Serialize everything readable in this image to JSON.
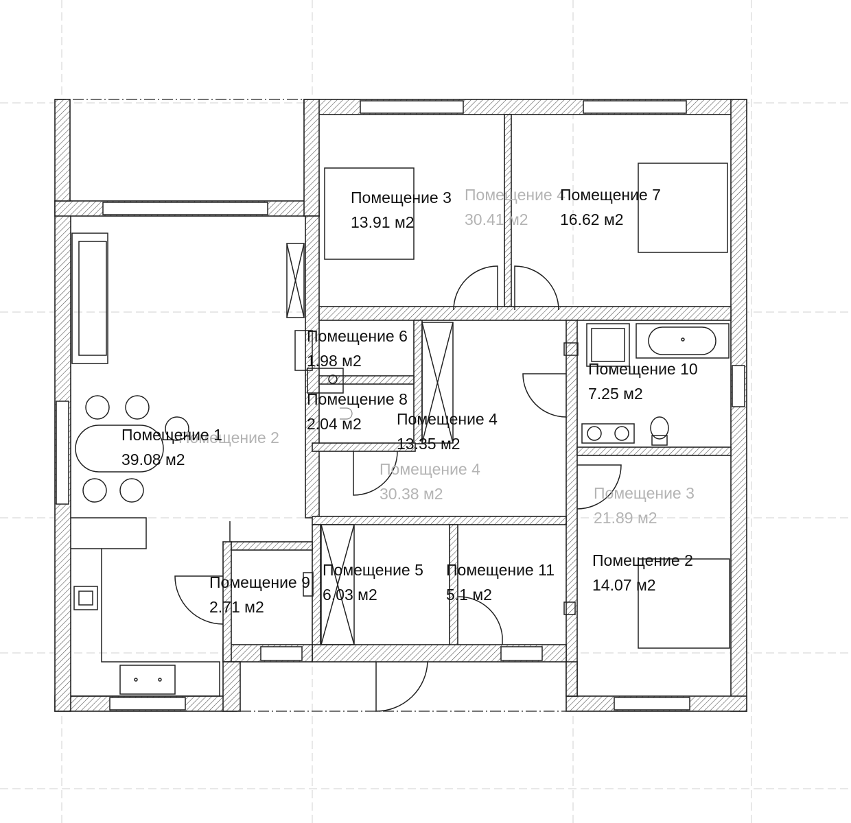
{
  "rooms": [
    {
      "id": "room-1",
      "name": "Помещение 1",
      "area": "39.08 м2"
    },
    {
      "id": "room-2",
      "name": "Помещение 2",
      "area": "14.07 м2"
    },
    {
      "id": "room-3",
      "name": "Помещение 3",
      "area": "13.91 м2"
    },
    {
      "id": "room-4",
      "name": "Помещение 4",
      "area": "13.35 м2"
    },
    {
      "id": "room-5",
      "name": "Помещение 5",
      "area": "6.03 м2"
    },
    {
      "id": "room-6",
      "name": "Помещение 6",
      "area": "1.98 м2"
    },
    {
      "id": "room-7",
      "name": "Помещение 7",
      "area": "16.62 м2"
    },
    {
      "id": "room-8",
      "name": "Помещение 8",
      "area": "2.04 м2"
    },
    {
      "id": "room-9",
      "name": "Помещение 9",
      "area": "2.71 м2"
    },
    {
      "id": "room-10",
      "name": "Помещение 10",
      "area": "7.25 м2"
    },
    {
      "id": "room-11",
      "name": "Помещение 11",
      "area": "5.1 м2"
    }
  ],
  "ghost_rooms": [
    {
      "id": "ghost-room-2",
      "name": "Помещение 2",
      "area": ""
    },
    {
      "id": "ghost-room-top",
      "name": "Помещение 4",
      "area": "30.41 м2"
    },
    {
      "id": "ghost-room-4",
      "name": "Помещение 4",
      "area": "30.38 м2"
    },
    {
      "id": "ghost-room-3",
      "name": "Помещение 3",
      "area": "21.89 м2"
    }
  ]
}
